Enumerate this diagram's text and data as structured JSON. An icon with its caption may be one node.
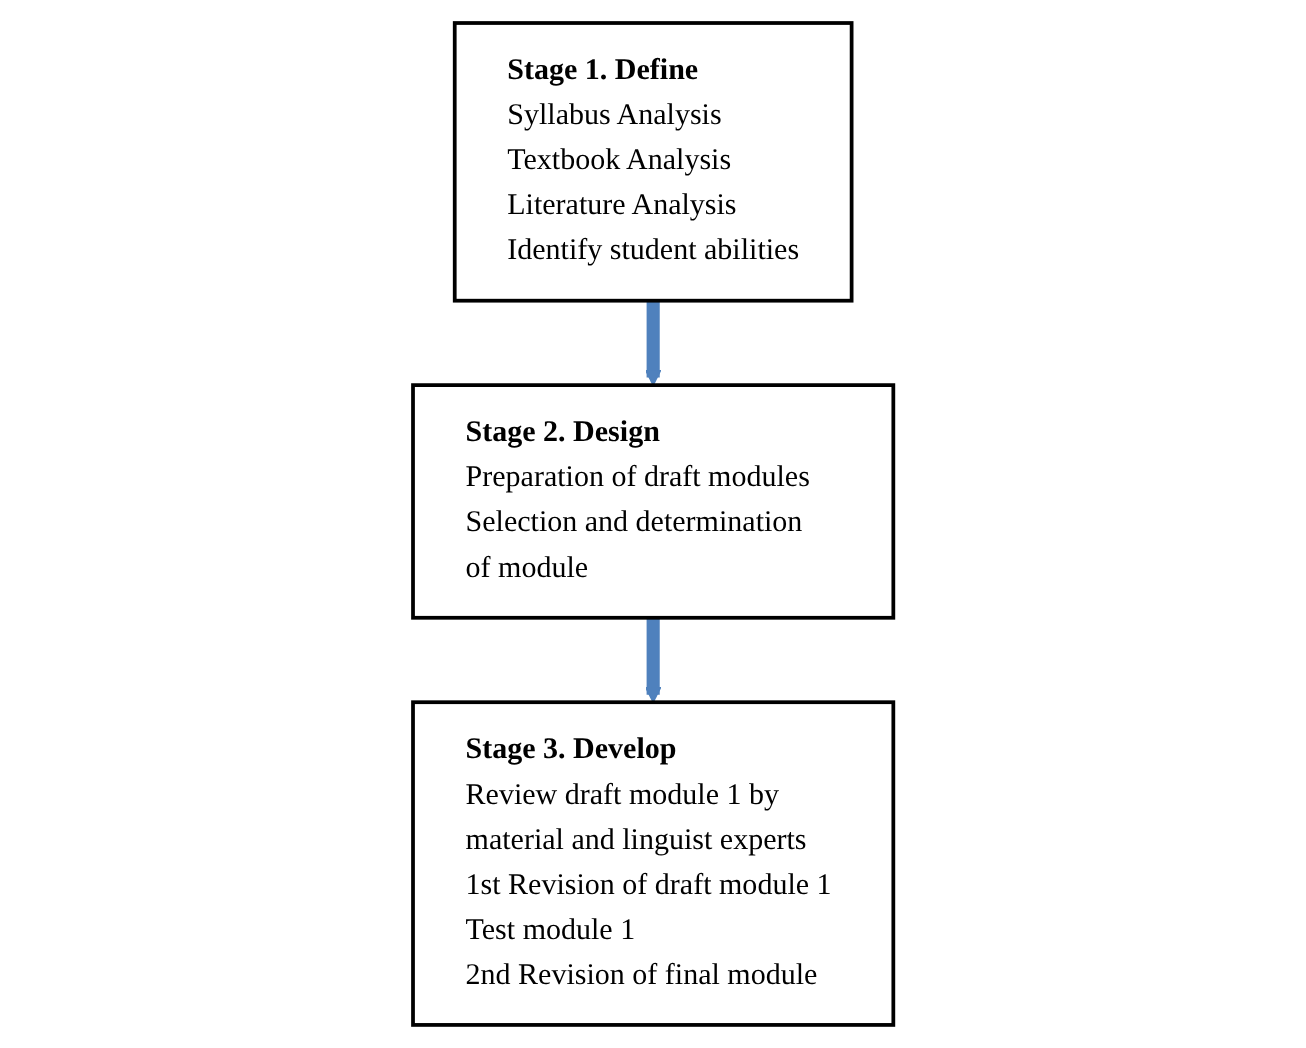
{
  "diagram": {
    "nodes": [
      {
        "text": [
          "Stage 1. Define",
          "Syllabus Analysis",
          "Textbook Analysis",
          "Literature Analysis",
          "Identify student abilities"
        ]
      },
      {
        "text": [
          "Stage 2. Design",
          "Preparation of draft modules",
          "Selection and determination of module"
        ]
      },
      {
        "text": [
          "Stage 3. Develop",
          "Review draft module 1 by material and linguist experts",
          "1st Revision of draft module 1",
          "Test module 1",
          "2nd Revision of final module"
        ]
      }
    ],
    "edges": [
      {
        "from": 0,
        "to": 1,
        "arrow": "to"
      },
      {
        "from": 1,
        "to": 2,
        "arrow": "to"
      }
    ]
  }
}
